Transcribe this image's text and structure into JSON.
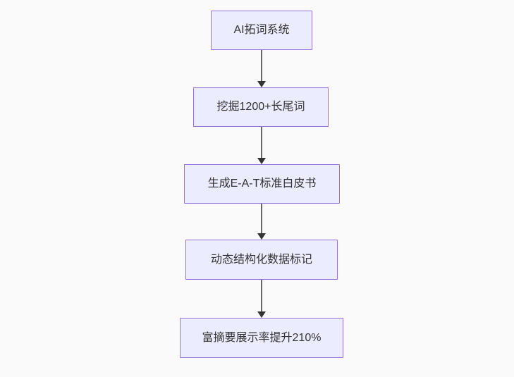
{
  "diagram": {
    "type": "flowchart",
    "direction": "top-down",
    "nodes": [
      {
        "id": "A",
        "label": "AI拓词系统"
      },
      {
        "id": "B",
        "label": "挖掘1200+长尾词"
      },
      {
        "id": "C",
        "label": "生成E-A-T标准白皮书"
      },
      {
        "id": "D",
        "label": "动态结构化数据标记"
      },
      {
        "id": "E",
        "label": "富摘要展示率提升210%"
      }
    ],
    "edges": [
      {
        "from": "A",
        "to": "B"
      },
      {
        "from": "B",
        "to": "C"
      },
      {
        "from": "C",
        "to": "D"
      },
      {
        "from": "D",
        "to": "E"
      }
    ],
    "colors": {
      "background": "#fafafa",
      "node_fill": "#ECECFF",
      "node_border": "#9370DB",
      "node_text": "#333333",
      "edge_line": "#666666",
      "arrowhead": "#333333"
    }
  }
}
